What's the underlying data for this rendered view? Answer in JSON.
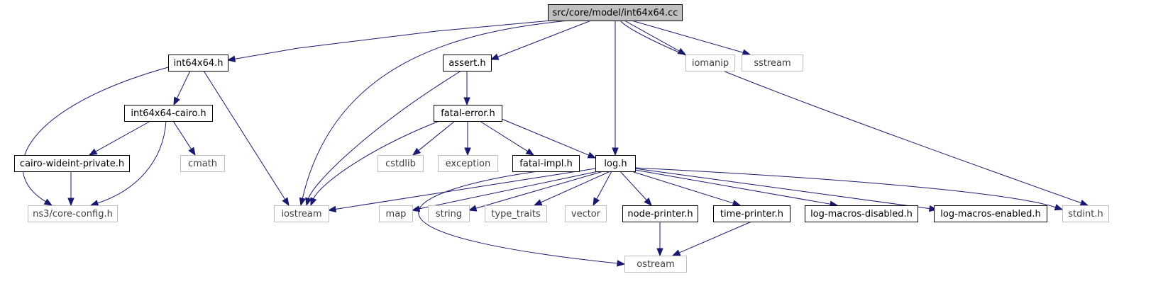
{
  "graph": {
    "colors": {
      "edge": "#191970",
      "root_fill": "#bfbfbf",
      "internal_border": "#000000",
      "external_border": "#bfbfbf",
      "external_text": "#404040",
      "text": "#000000"
    },
    "nodes": [
      {
        "id": "root",
        "label": "src/core/model/int64x64.cc",
        "kind": "root"
      },
      {
        "id": "int64x64_h",
        "label": "int64x64.h",
        "kind": "internal"
      },
      {
        "id": "assert_h",
        "label": "assert.h",
        "kind": "internal"
      },
      {
        "id": "iomanip",
        "label": "iomanip",
        "kind": "external"
      },
      {
        "id": "sstream",
        "label": "sstream",
        "kind": "external"
      },
      {
        "id": "cairo_h",
        "label": "int64x64-cairo.h",
        "kind": "internal"
      },
      {
        "id": "fatal_error_h",
        "label": "fatal-error.h",
        "kind": "internal"
      },
      {
        "id": "wideint_h",
        "label": "cairo-wideint-private.h",
        "kind": "internal"
      },
      {
        "id": "cmath",
        "label": "cmath",
        "kind": "external"
      },
      {
        "id": "cstdlib",
        "label": "cstdlib",
        "kind": "external"
      },
      {
        "id": "exception",
        "label": "exception",
        "kind": "external"
      },
      {
        "id": "fatal_impl_h",
        "label": "fatal-impl.h",
        "kind": "internal"
      },
      {
        "id": "log_h",
        "label": "log.h",
        "kind": "internal"
      },
      {
        "id": "core_config_h",
        "label": "ns3/core-config.h",
        "kind": "external"
      },
      {
        "id": "iostream",
        "label": "iostream",
        "kind": "external"
      },
      {
        "id": "map",
        "label": "map",
        "kind": "external"
      },
      {
        "id": "string",
        "label": "string",
        "kind": "external"
      },
      {
        "id": "type_traits",
        "label": "type_traits",
        "kind": "external"
      },
      {
        "id": "vector",
        "label": "vector",
        "kind": "external"
      },
      {
        "id": "node_printer_h",
        "label": "node-printer.h",
        "kind": "internal"
      },
      {
        "id": "time_printer_h",
        "label": "time-printer.h",
        "kind": "internal"
      },
      {
        "id": "log_macros_disabled_h",
        "label": "log-macros-disabled.h",
        "kind": "internal"
      },
      {
        "id": "log_macros_enabled_h",
        "label": "log-macros-enabled.h",
        "kind": "internal"
      },
      {
        "id": "stdint_h",
        "label": "stdint.h",
        "kind": "external"
      },
      {
        "id": "ostream",
        "label": "ostream",
        "kind": "external"
      }
    ],
    "edges": [
      {
        "from": "root",
        "to": "int64x64_h"
      },
      {
        "from": "root",
        "to": "iostream"
      },
      {
        "from": "root",
        "to": "assert_h"
      },
      {
        "from": "root",
        "to": "log_h"
      },
      {
        "from": "root",
        "to": "iomanip"
      },
      {
        "from": "root",
        "to": "sstream"
      },
      {
        "from": "root",
        "to": "stdint_h"
      },
      {
        "from": "int64x64_h",
        "to": "core_config_h"
      },
      {
        "from": "int64x64_h",
        "to": "cairo_h"
      },
      {
        "from": "int64x64_h",
        "to": "iostream"
      },
      {
        "from": "cairo_h",
        "to": "wideint_h"
      },
      {
        "from": "cairo_h",
        "to": "core_config_h"
      },
      {
        "from": "cairo_h",
        "to": "cmath"
      },
      {
        "from": "wideint_h",
        "to": "core_config_h"
      },
      {
        "from": "assert_h",
        "to": "iostream"
      },
      {
        "from": "assert_h",
        "to": "fatal_error_h"
      },
      {
        "from": "fatal_error_h",
        "to": "iostream"
      },
      {
        "from": "fatal_error_h",
        "to": "cstdlib"
      },
      {
        "from": "fatal_error_h",
        "to": "exception"
      },
      {
        "from": "fatal_error_h",
        "to": "fatal_impl_h"
      },
      {
        "from": "fatal_error_h",
        "to": "log_h"
      },
      {
        "from": "fatal_impl_h",
        "to": "ostream"
      },
      {
        "from": "log_h",
        "to": "iostream"
      },
      {
        "from": "log_h",
        "to": "map"
      },
      {
        "from": "log_h",
        "to": "string"
      },
      {
        "from": "log_h",
        "to": "type_traits"
      },
      {
        "from": "log_h",
        "to": "vector"
      },
      {
        "from": "log_h",
        "to": "node_printer_h"
      },
      {
        "from": "log_h",
        "to": "time_printer_h"
      },
      {
        "from": "log_h",
        "to": "log_macros_disabled_h"
      },
      {
        "from": "log_h",
        "to": "log_macros_enabled_h"
      },
      {
        "from": "log_h",
        "to": "stdint_h"
      },
      {
        "from": "node_printer_h",
        "to": "ostream"
      },
      {
        "from": "time_printer_h",
        "to": "ostream"
      }
    ]
  }
}
